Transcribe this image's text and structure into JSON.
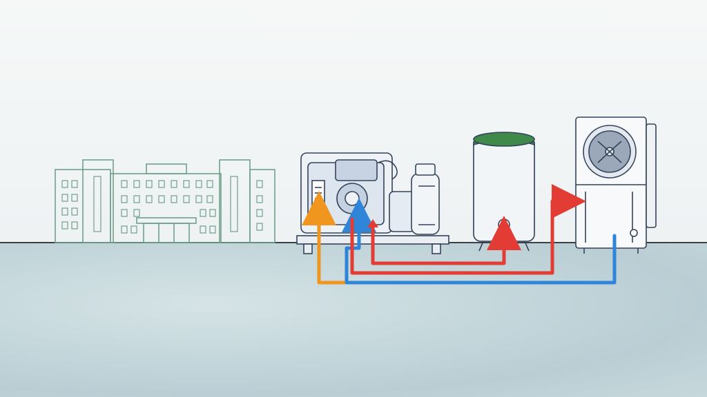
{
  "colors": {
    "building_outline": "#6fa08a",
    "machine_outline": "#34425a",
    "tank_cap": "#3f8a4a",
    "flow_orange": "#f0961e",
    "flow_blue": "#2f86d8",
    "flow_red": "#e23c34",
    "ground": "#c3d6db"
  },
  "components": [
    {
      "id": "building",
      "icon": "building-icon"
    },
    {
      "id": "generator",
      "icon": "engine-generator-icon"
    },
    {
      "id": "tank",
      "icon": "hot-water-tank-icon"
    },
    {
      "id": "heat_pump",
      "icon": "outdoor-heat-pump-icon"
    }
  ],
  "flows": [
    {
      "color": "orange",
      "from": "building",
      "to": "generator"
    },
    {
      "color": "blue",
      "from": "heat_pump",
      "to": "generator"
    },
    {
      "color": "red",
      "from": "generator",
      "to": "tank"
    },
    {
      "color": "red",
      "from": "generator",
      "to": "heat_pump"
    }
  ]
}
